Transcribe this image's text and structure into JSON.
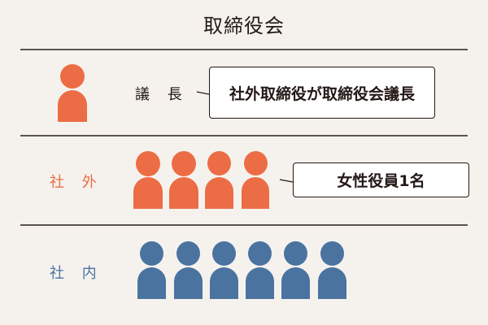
{
  "title": "取締役会",
  "colors": {
    "background": "#f5f2ee",
    "outside": "#ec6d45",
    "inside": "#4a73a0",
    "text": "#231815",
    "rule": "#5a5350"
  },
  "rows": [
    {
      "label": "議 長",
      "figure_color": "outside",
      "count": 1,
      "callout": "社外取締役が取締役会議長"
    },
    {
      "label": "社 外",
      "figure_color": "outside",
      "count": 4,
      "callout": "女性役員1名"
    },
    {
      "label": "社 内",
      "figure_color": "inside",
      "count": 6,
      "callout": null
    }
  ],
  "icons": {
    "person": "person-silhouette-icon"
  }
}
